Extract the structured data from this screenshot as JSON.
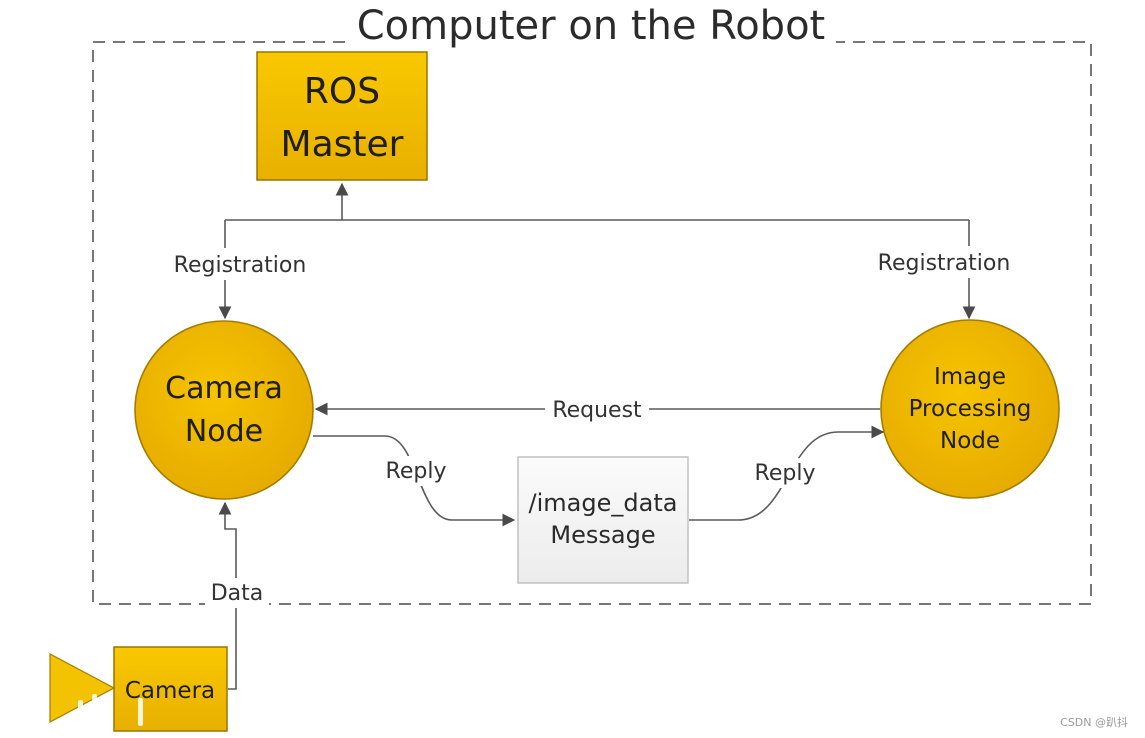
{
  "title": "Computer on the Robot",
  "nodes": {
    "ros_master": {
      "lines": [
        "ROS",
        "Master"
      ]
    },
    "camera_node": {
      "lines": [
        "Camera",
        "Node"
      ]
    },
    "image_node": {
      "lines": [
        "Image",
        "Processing",
        "Node"
      ]
    },
    "message": {
      "lines": [
        "/image_data",
        "Message"
      ]
    },
    "camera": {
      "label": "Camera"
    }
  },
  "edges": {
    "registration_left": "Registration",
    "registration_right": "Registration",
    "request": "Request",
    "reply_left": "Reply",
    "reply_right": "Reply",
    "data": "Data"
  },
  "watermark": "CSDN @趴抖",
  "colors": {
    "node_fill": "#f0bb00",
    "node_stroke": "#a37d00",
    "box_fill": "#f7c400",
    "message_fill": "#f5f5f5",
    "wire": "#5a5a5a",
    "boundary": "#777777"
  }
}
